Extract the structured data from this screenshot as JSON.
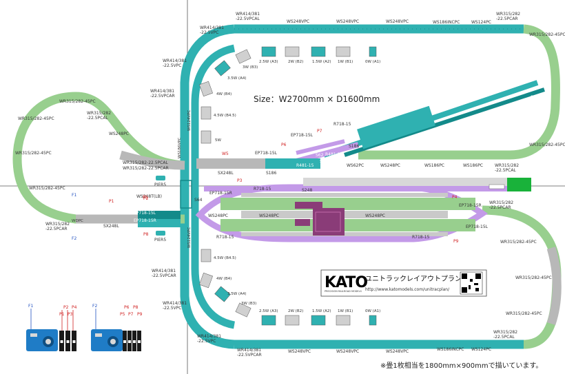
{
  "size_label": "Size：W2700mm × D1600mm",
  "note": "※畳1枚相当を1800mm×900mmで描いています。",
  "kato": {
    "logo": "KATO",
    "tagline": "PRECISION RAILROAD MODELS",
    "title": "ユニトラックレイアウトプラン",
    "url": "http://www.katomodels.com/unitracplan/"
  },
  "labels": {
    "wr414_381_225vpcal": "WR414/381\n-22.5VPCAL",
    "wr414_381_225vpc_tl": "WR414/381\n-22.5VPC",
    "wr414_381_225vpc_l2": "WR414/381\n-22.5VPC",
    "wr414_381_225vpcar_l": "WR414/381\n-22.5VPCAR",
    "ws248vpc_t1": "WS248VPC",
    "ws248vpc_t2": "WS248VPC",
    "ws248vpc_t3": "WS248VPC",
    "ws186incpc_t": "WS186INCPC",
    "ws124pc_t": "WS124PC",
    "wr315_225pcar_tr": "WR315/282\n-22.5PCAR",
    "wr315_45pc_tr": "WR315/282-45PC",
    "wr315_45pc_r1": "WR315/282-45PC",
    "s62b_a": "S62B-A",
    "s62b_r": "S62B-R",
    "wr315_225pcal_r": "WR315/282\n-22.5PCAL",
    "w25_a3_t": "2.5W (A3)",
    "w2_b2_t": "2W (B2)",
    "w15_a2_t": "1.5W (A2)",
    "w1_b1_t": "1W (B1)",
    "w0_a1_t": "0W (A1)",
    "w3_b3_t": "3W (B3)",
    "w35_a4_t": "3.5W (A4)",
    "w4_b4_t": "4W (B4)",
    "w45_b45_t": "4.5W (B4.5)",
    "w5_t": "5W",
    "ws186vpc_l": "WS186VPC",
    "ws124vpc_l": "WS124VPC",
    "ws124vpc_l2": "WS124VPC",
    "wr315_45pc_l1": "WR315/282-45PC",
    "wr315_45pc_l2": "WR315/282-45PC",
    "wr315_45pc_l3": "WR315/282-45PC",
    "wr315_45pc_l4": "WR315/282-45PC",
    "wr315_225pcal_l": "WR315/282\n-22.5PCAL",
    "ws248pc_l": "WS248PC",
    "wr315_225pcal_m": "WR315/282-22.5PCAL",
    "wr315_225pcar_m": "WR315/282-22.5PCAR",
    "wr315_225pcar_l": "WR315/282\n-22.5PCAR",
    "w5_l": "W5",
    "wdpc": "WDPC",
    "sx248l_1": "SX248L",
    "sx248l_2": "SX248L",
    "s186_1": "S186",
    "s186_2": "S186",
    "ep718_15l_1": "EP718-15L",
    "ep718_15l_2": "EP718-15L",
    "ep718_15l_3": "EP718-15L",
    "ep718_15l_4": "EP718-15L",
    "ep718_15r_1": "EP718-15R",
    "ep718_15r_2": "EP718-15R",
    "ep718_15r_3": "EP718-15R",
    "r718_15_1": "R718-15",
    "r718_15_2": "R718-15",
    "r718_15_3": "R718-15",
    "r718_15_4": "R718-15",
    "r481_15_1": "R481-15",
    "r481_15_2": "R481-15",
    "s62_1": "S62",
    "s62_2": "S62",
    "ws62pc": "WS62PC",
    "ws248pc_m": "WS248PC",
    "ws186pc_m1": "WS186PC",
    "ws186pc_m2": "WS186PC",
    "s248": "S248",
    "s64": "S64",
    "ws248pc_mid": "WS248PC",
    "ws248pc_mid2": "WS248PC",
    "ws248pc_mid3": "WS248PC",
    "pier5_1": "PIER5",
    "pier5_2": "PIER5",
    "ws248t_lb": "WS248T(LB)",
    "wr315_225pcar_r2": "WR315/282\n-22.5PCAR",
    "wr315_45pc_r2": "WR315/282-45PC",
    "wr315_45pc_r3": "WR315/282-45PC",
    "wr315_45pc_r4": "WR315/282-45PC",
    "wr315_225pcal_br": "WR315/282\n-22.5PCAL",
    "ws124pc_b": "WS124PC",
    "ws186incpc_b": "WS186INCPC",
    "ws248vpc_b1": "WS248VPC",
    "ws248vpc_b2": "WS248VPC",
    "ws248vpc_b3": "WS248VPC",
    "wr414_381_225vpcar_b": "WR414/381\n-22.5VPCAR",
    "wr414_381_225vpc_b": "WR414/381\n-22.5VPC",
    "wr414_381_225vpcar_bl": "WR414/381\n-22.5VPCAR",
    "wr414_381_225vpc_bl": "WR414/381\n-22.5VPC",
    "w45_b45_b": "4.5W (B4.5)",
    "w4_b4_b": "4W (B4)",
    "w35_a4_b": "3.5W (A4)",
    "w3_b3_b": "3W (B3)",
    "w25_a3_b": "2.5W (A3)",
    "w2_b2_b": "2W (B2)",
    "w15_a2_b": "1.5W (A2)",
    "w1_b1_b": "1W (B1)",
    "w0_a1_b": "0W (A1)"
  },
  "points": {
    "p1": "P1",
    "p2": "P2",
    "p3": "P3",
    "p4": "P4",
    "p5": "P5",
    "p6": "P6",
    "p7": "P7",
    "p8": "P8",
    "p9": "P9"
  },
  "feeders": {
    "f1": "F1",
    "f2": "F2"
  },
  "controllers": {
    "c1": {
      "feeder": "F1",
      "points": [
        "P1",
        "P2",
        "P3",
        "P4"
      ]
    },
    "c2": {
      "feeder": "F2",
      "points": [
        "P5",
        "P6",
        "P7",
        "P8",
        "P9"
      ]
    }
  },
  "colors": {
    "grid": "#555555",
    "teal": "#2fb1b1",
    "teal_dark": "#138a8a",
    "green": "#98cf8e",
    "green_dark": "#6fae64",
    "grey": "#b8b8b8",
    "grey_dark": "#8c8c8c",
    "purple": "#c39ae8",
    "purple_dark": "#9e6ed2",
    "magenta": "#8a3c78",
    "accent_red": "#d02020",
    "accent_blue": "#2050c0",
    "bright_green": "#19b23a",
    "controller_blue": "#1f7cc6"
  }
}
